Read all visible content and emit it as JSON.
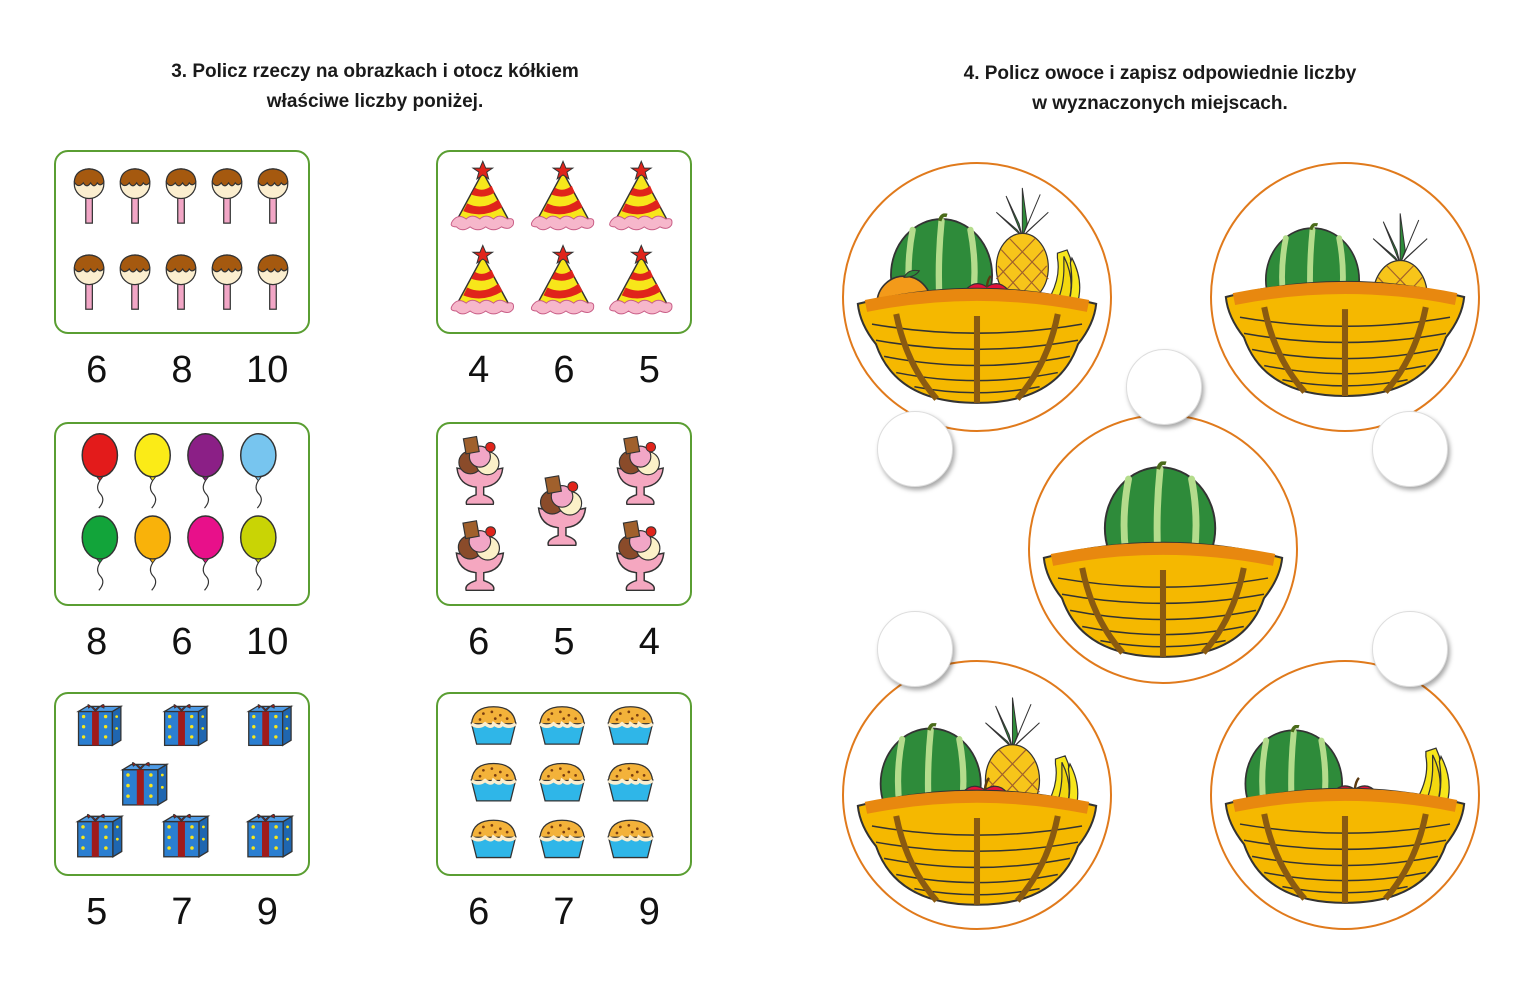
{
  "task3": {
    "title_line1": "3. Policz rzeczy na obrazkach i otocz kółkiem",
    "title_line2": "właściwe liczby poniżej.",
    "boxes": [
      {
        "items": "lollipop-icon",
        "options": [
          "6",
          "8",
          "10"
        ]
      },
      {
        "items": "party-hat-icon",
        "options": [
          "4",
          "6",
          "5"
        ]
      },
      {
        "items": "balloon-icon",
        "options": [
          "8",
          "6",
          "10"
        ]
      },
      {
        "items": "ice-cream-cup-icon",
        "options": [
          "6",
          "5",
          "4"
        ]
      },
      {
        "items": "gift-box-icon",
        "options": [
          "5",
          "7",
          "9"
        ]
      },
      {
        "items": "muffin-icon",
        "options": [
          "6",
          "7",
          "9"
        ]
      }
    ]
  },
  "task4": {
    "title_line1": "4. Policz owoce i zapisz odpowiednie liczby",
    "title_line2": "w wyznaczonych miejscach."
  },
  "colors": {
    "box_border": "#5a9e32",
    "basket_border": "#e07a1c",
    "basket": "#f5b800",
    "watermelon": "#2e8b3a"
  }
}
